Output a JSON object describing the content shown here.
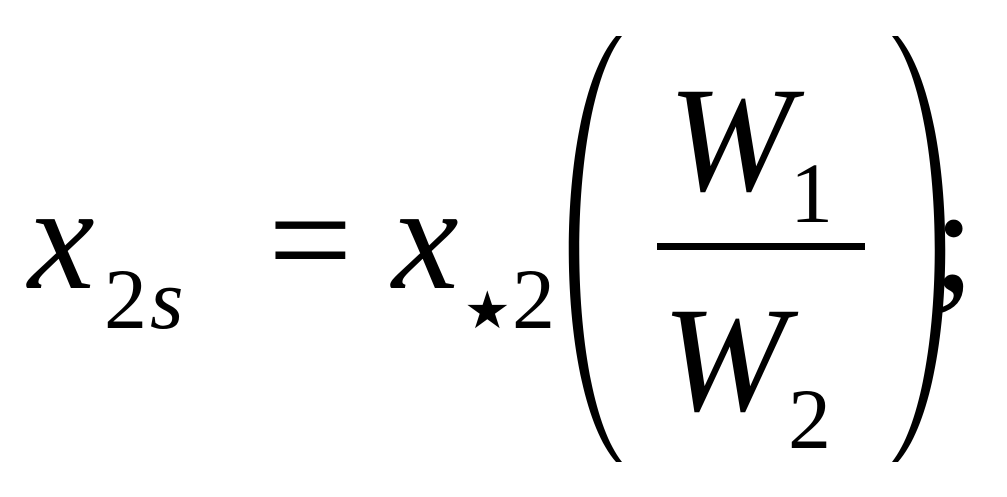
{
  "formula": {
    "lhs": {
      "base": "x",
      "subscript_digit": "2",
      "subscript_letter": "s"
    },
    "equals": "=",
    "rhs": {
      "base": "x",
      "subscript_star": "★",
      "subscript_digit": "2",
      "fraction": {
        "numerator": {
          "base": "W",
          "subscript": "1"
        },
        "denominator": {
          "base": "W",
          "subscript": "2"
        }
      }
    },
    "terminator": ";"
  },
  "colors": {
    "ink": "#000000",
    "background": "#ffffff"
  }
}
